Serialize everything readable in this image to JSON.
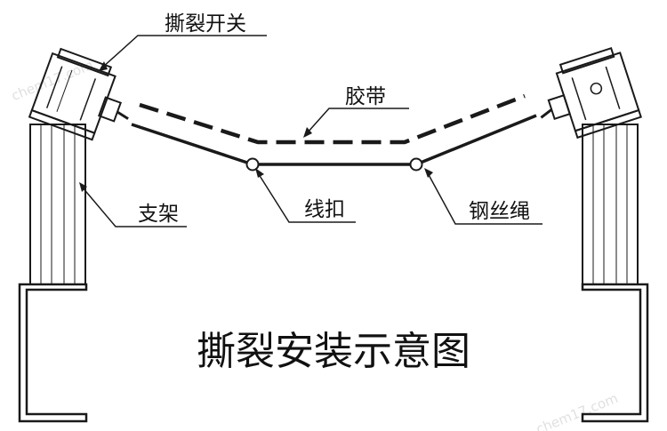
{
  "title": "撕裂安装示意图",
  "labels": {
    "switch": "撕裂开关",
    "belt": "胶带",
    "bracket": "支架",
    "clip": "线扣",
    "wire_rope": "钢丝绳"
  },
  "watermark": "chem17.com",
  "colors": {
    "line": "#1a1a1a",
    "background": "#ffffff",
    "watermark": "#c8c8c8"
  }
}
